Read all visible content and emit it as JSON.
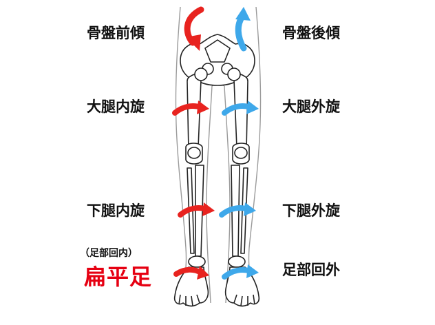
{
  "labels": {
    "left": {
      "pelvis": "骨盤前傾",
      "femur": "大腿内旋",
      "tibia": "下腿内旋",
      "foot_note": "（足部回内）",
      "foot_condition": "扁平足"
    },
    "right": {
      "pelvis": "骨盤後傾",
      "femur": "大腿外旋",
      "tibia": "下腿外旋",
      "foot": "足部回外"
    }
  },
  "colors": {
    "left_arrow": "#e8231f",
    "right_arrow": "#3ea8ea",
    "highlight_text": "#e60012",
    "outline": "#222222",
    "body_outline": "#9a9a9a"
  },
  "icons": {
    "left_arrows": "curved-arrow-right-red",
    "right_arrows": "curved-arrow-right-blue",
    "pelvis_left": "curved-arrow-down-red",
    "pelvis_right": "curved-arrow-up-blue"
  }
}
